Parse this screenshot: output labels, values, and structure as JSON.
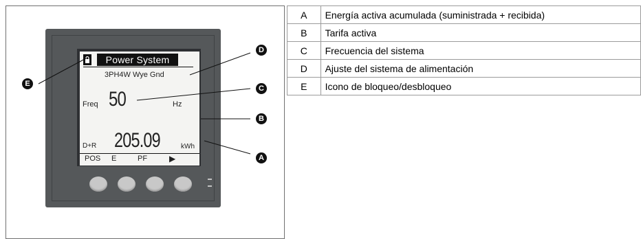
{
  "meter_display": {
    "title": "Power System",
    "system_config": "3PH4W Wye Gnd",
    "freq_label": "Freq",
    "freq_value": "50",
    "freq_unit": "Hz",
    "energy_label": "D+R",
    "energy_value": "205.09",
    "energy_unit": "kWh",
    "softkeys": [
      "POS",
      "E",
      "PF",
      "▶"
    ]
  },
  "callouts": [
    "A",
    "B",
    "C",
    "D",
    "E"
  ],
  "legend": [
    {
      "key": "A",
      "description": "Energía activa acumulada (suministrada + recibida)"
    },
    {
      "key": "B",
      "description": "Tarifa activa"
    },
    {
      "key": "C",
      "description": "Frecuencia del sistema"
    },
    {
      "key": "D",
      "description": "Ajuste del sistema de alimentación"
    },
    {
      "key": "E",
      "description": "Icono de bloqueo/desbloqueo"
    }
  ]
}
